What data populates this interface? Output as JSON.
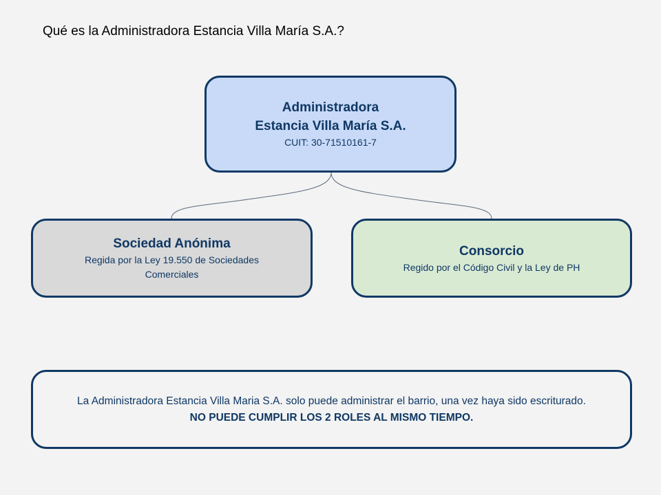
{
  "title": "Qué es la Administradora Estancia Villa María S.A.?",
  "top_box": {
    "line1": "Administradora",
    "line2": "Estancia Villa María S.A.",
    "cuit": "CUIT: 30-71510161-7"
  },
  "left_box": {
    "heading": "Sociedad Anónima",
    "text": "Regida por la Ley 19.550 de Sociedades Comerciales"
  },
  "right_box": {
    "heading": "Consorcio",
    "text": "Regido por el Código Civil y la Ley de PH"
  },
  "bottom_box": {
    "text": "La Administradora Estancia Villa Maria S.A. solo puede administrar el barrio, una vez haya sido escriturado.",
    "emphasis": "NO PUEDE CUMPLIR LOS 2 ROLES AL MISMO TIEMPO."
  },
  "colors": {
    "border": "#0f3864",
    "top_fill": "#c9daf8",
    "left_fill": "#d9d9d9",
    "right_fill": "#d9ead3"
  }
}
